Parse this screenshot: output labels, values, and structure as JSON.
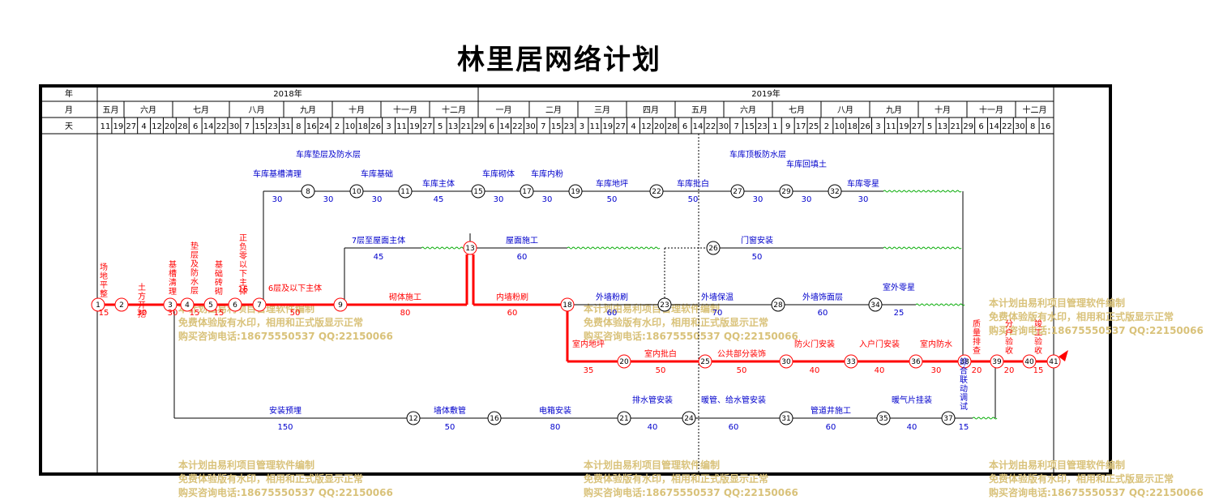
{
  "title": "林里居网络计划",
  "colors": {
    "critical": "#ff0000",
    "normal": "#000000",
    "label_blue": "#0000cc",
    "float": "#00aa00",
    "watermark": "#d9c27a"
  },
  "header": {
    "row_labels": [
      "年",
      "月",
      "天"
    ],
    "years": [
      "2018年",
      "2019年"
    ],
    "months": [
      "五月",
      "六月",
      "七月",
      "八月",
      "九月",
      "十月",
      "十一月",
      "十二月",
      "一月",
      "二月",
      "三月",
      "四月",
      "五月",
      "六月",
      "七月",
      "八月",
      "九月",
      "十月",
      "十一月",
      "十二月"
    ],
    "days": [
      "11",
      "19",
      "27",
      "4",
      "12",
      "20",
      "28",
      "6",
      "14",
      "22",
      "30",
      "7",
      "15",
      "23",
      "31",
      "8",
      "16",
      "24",
      "2",
      "10",
      "18",
      "26",
      "3",
      "11",
      "19",
      "27",
      "5",
      "13",
      "21",
      "29",
      "6",
      "14",
      "22",
      "30",
      "7",
      "15",
      "23",
      "3",
      "11",
      "19",
      "27",
      "4",
      "12",
      "20",
      "28",
      "6",
      "14",
      "22",
      "30",
      "7",
      "15",
      "23",
      "1",
      "9",
      "17",
      "25",
      "2",
      "10",
      "18",
      "26",
      "3",
      "11",
      "19",
      "27",
      "5",
      "13",
      "21",
      "29",
      "6",
      "14",
      "22",
      "30",
      "8",
      "16"
    ]
  },
  "nodes": [
    "1",
    "2",
    "3",
    "4",
    "5",
    "6",
    "7",
    "8",
    "9",
    "10",
    "11",
    "12",
    "15",
    "16",
    "17",
    "18",
    "19",
    "20",
    "21",
    "22",
    "23",
    "24",
    "25",
    "26",
    "27",
    "28",
    "29",
    "30",
    "31",
    "32",
    "33",
    "34",
    "35",
    "36",
    "37",
    "38",
    "39",
    "40",
    "41"
  ],
  "activities": [
    {
      "name": "场地平整",
      "dur": "15",
      "crit": true
    },
    {
      "name": "土方开挖",
      "dur": "30",
      "crit": true
    },
    {
      "name": "基槽清理",
      "dur": "30",
      "crit": true
    },
    {
      "name": "垫层及防水层",
      "dur": "15",
      "crit": true
    },
    {
      "name": "基础砖砌",
      "dur": "15",
      "crit": true
    },
    {
      "name": "正负零以下主体",
      "dur": "15",
      "crit": true
    },
    {
      "name": "6层及以下主体",
      "dur": "50",
      "crit": true
    },
    {
      "name": "砌体施工",
      "dur": "80",
      "crit": true
    },
    {
      "name": "7层至屋面主体",
      "dur": "45",
      "crit": false
    },
    {
      "name": "屋面施工",
      "dur": "60",
      "crit": false
    },
    {
      "name": "内墙粉刷",
      "dur": "60",
      "crit": true
    },
    {
      "name": "外墙粉刷",
      "dur": "60",
      "crit": false
    },
    {
      "name": "外墙保温",
      "dur": "70",
      "crit": false
    },
    {
      "name": "外墙饰面层",
      "dur": "60",
      "crit": false
    },
    {
      "name": "室外零星",
      "dur": "25",
      "crit": false
    },
    {
      "name": "门窗安装",
      "dur": "50",
      "crit": false
    },
    {
      "name": "车库基槽清理",
      "dur": "30",
      "crit": false
    },
    {
      "name": "车库垫层及防水层",
      "dur": "30",
      "crit": false
    },
    {
      "name": "车库基础",
      "dur": "30",
      "crit": false
    },
    {
      "name": "车库主体",
      "dur": "45",
      "crit": false
    },
    {
      "name": "车库砌体",
      "dur": "30",
      "crit": false
    },
    {
      "name": "车库内粉",
      "dur": "30",
      "crit": false
    },
    {
      "name": "车库地坪",
      "dur": "50",
      "crit": false
    },
    {
      "name": "车库批白",
      "dur": "50",
      "crit": false
    },
    {
      "name": "车库顶板防水层",
      "dur": "30",
      "crit": false
    },
    {
      "name": "车库回填土",
      "dur": "30",
      "crit": false
    },
    {
      "name": "车库零星",
      "dur": "30",
      "crit": false
    },
    {
      "name": "室内地坪",
      "dur": "35",
      "crit": true
    },
    {
      "name": "室内批白",
      "dur": "50",
      "crit": true
    },
    {
      "name": "公共部分装饰",
      "dur": "50",
      "crit": true
    },
    {
      "name": "防火门安装",
      "dur": "40",
      "crit": true
    },
    {
      "name": "入户门安装",
      "dur": "40",
      "crit": true
    },
    {
      "name": "室内防水",
      "dur": "30",
      "crit": true
    },
    {
      "name": "综合联动调试",
      "dur": "15",
      "crit": false
    },
    {
      "name": "质量排查",
      "dur": "20",
      "crit": true
    },
    {
      "name": "分户验收",
      "dur": "20",
      "crit": true
    },
    {
      "name": "竣工验收",
      "dur": "15",
      "crit": true
    },
    {
      "name": "安装预埋",
      "dur": "150",
      "crit": false
    },
    {
      "name": "墙体敷管",
      "dur": "50",
      "crit": false
    },
    {
      "name": "电箱安装",
      "dur": "80",
      "crit": false
    },
    {
      "name": "排水管安装",
      "dur": "40",
      "crit": false
    },
    {
      "name": "暖管、给水管安装",
      "dur": "60",
      "crit": false
    },
    {
      "name": "管道井施工",
      "dur": "60",
      "crit": false
    },
    {
      "name": "暖气片挂装",
      "dur": "40",
      "crit": false
    }
  ],
  "watermark": {
    "line1": "本计划由易利项目管理软件编制",
    "line2": "免费体验版有水印，相用和正式版显示正常",
    "line3": "购买咨询电话:18675550537 QQ:22150066"
  }
}
